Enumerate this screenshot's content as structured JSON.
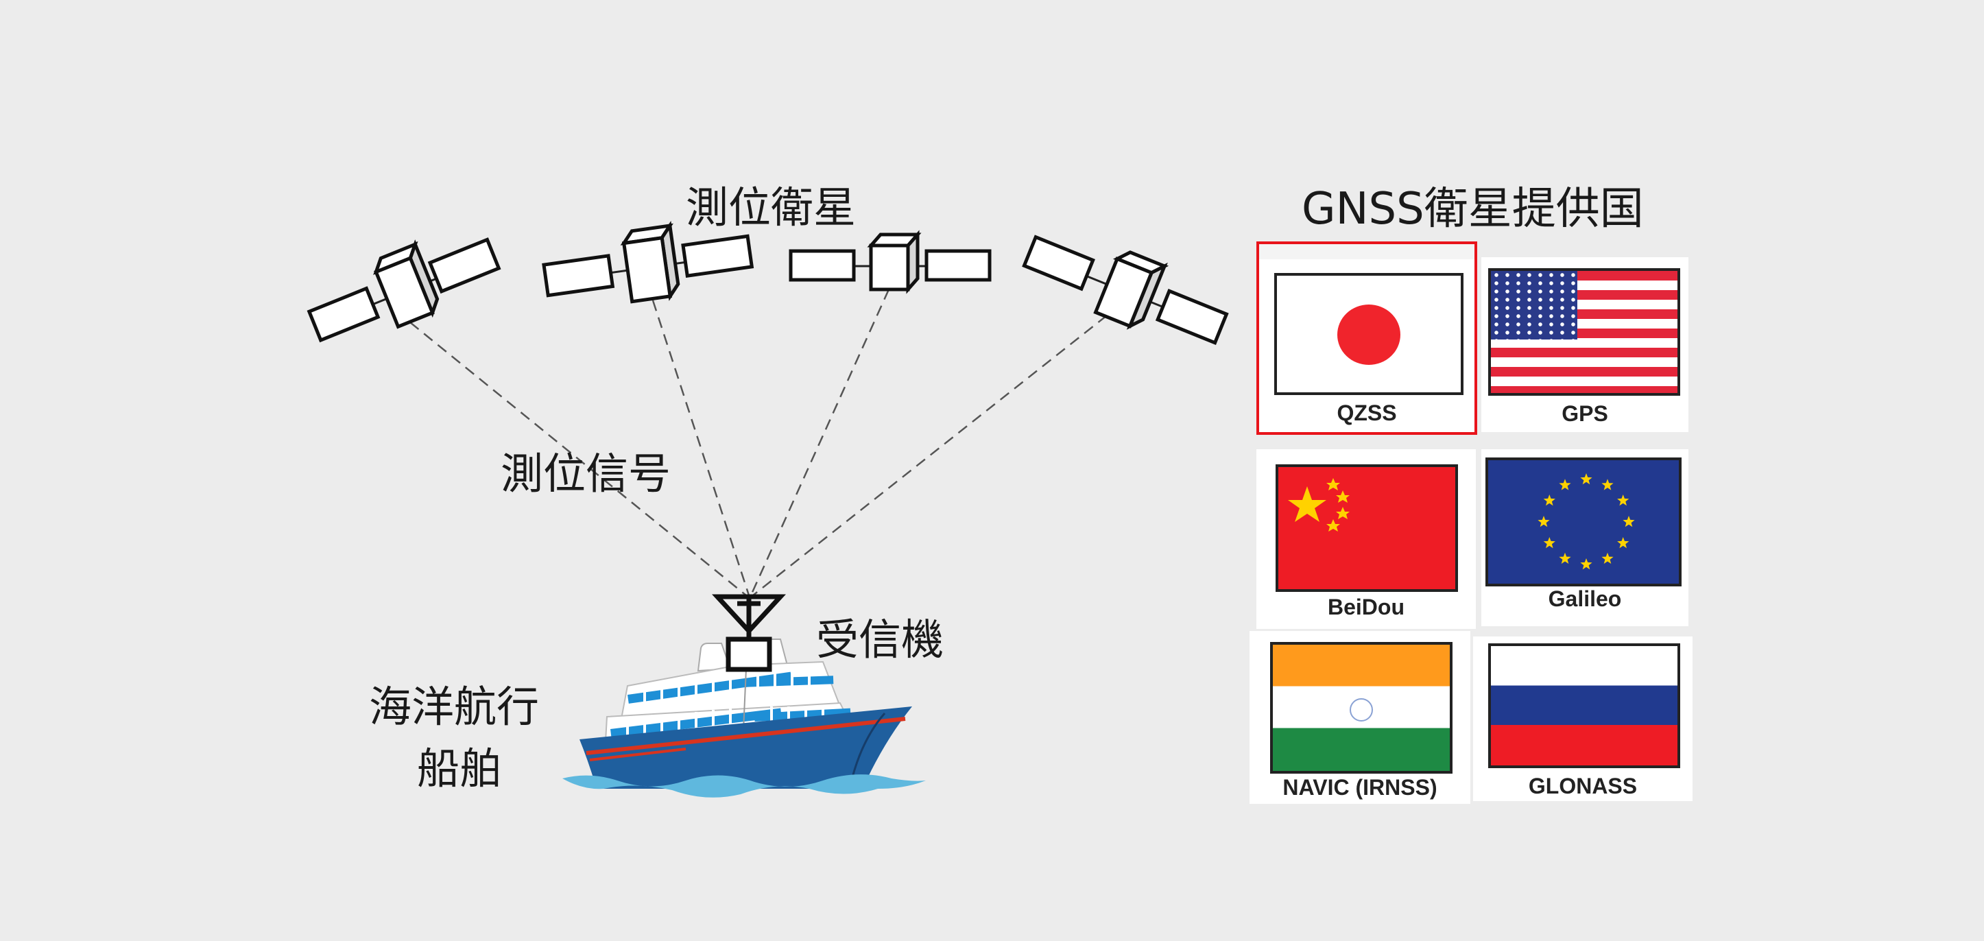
{
  "labels": {
    "satellites": "測位衛星",
    "signal": "測位信号",
    "receiver": "受信機",
    "ship_line1": "海洋航行",
    "ship_line2": "船舶",
    "providers_title": "GNSS衛星提供国"
  },
  "providers": [
    {
      "name": "QZSS",
      "country_flag": "japan-flag-icon",
      "highlighted": true
    },
    {
      "name": "GPS",
      "country_flag": "usa-flag-icon",
      "highlighted": false
    },
    {
      "name": "BeiDou",
      "country_flag": "china-flag-icon",
      "highlighted": false
    },
    {
      "name": "Galileo",
      "country_flag": "eu-flag-icon",
      "highlighted": false
    },
    {
      "name": "NAVIC (IRNSS)",
      "country_flag": "india-flag-icon",
      "highlighted": false
    },
    {
      "name": "GLONASS",
      "country_flag": "russia-flag-icon",
      "highlighted": false
    }
  ],
  "colors": {
    "background": "#ececec",
    "highlight": "#e8141b",
    "japan_red": "#f0242c",
    "usa_red": "#e3263a",
    "usa_blue": "#2a3a8a",
    "china_red": "#ee1c25",
    "china_yellow": "#ffd200",
    "eu_blue": "#22398f",
    "eu_yellow": "#ffd200",
    "india_saffron": "#ff9a1c",
    "india_green": "#1e8a44",
    "russia_blue": "#213a8f",
    "russia_red": "#ee1c25",
    "hull_blue": "#1f5f9e",
    "window_blue": "#1e8fd6",
    "water": "#5fb8de"
  }
}
